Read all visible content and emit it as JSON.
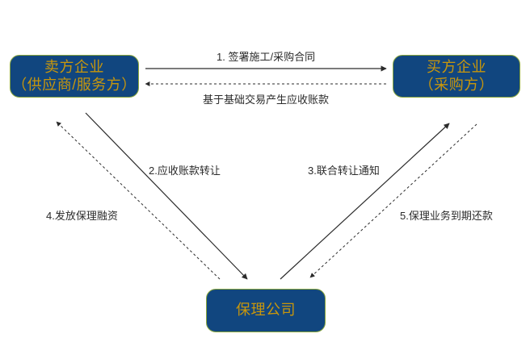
{
  "diagram": {
    "type": "flow-diagram",
    "title": "",
    "nodes": [
      {
        "id": "seller",
        "lines": [
          "卖方企业",
          "（供应商/服务方）"
        ],
        "fill": "#11467f",
        "text_color": "#c8960c",
        "border_color": "#8aa63c"
      },
      {
        "id": "buyer",
        "lines": [
          "买方企业",
          "（采购方）"
        ],
        "fill": "#11467f",
        "text_color": "#c8960c",
        "border_color": "#8aa63c"
      },
      {
        "id": "factor",
        "lines": [
          "保理公司"
        ],
        "fill": "#11467f",
        "text_color": "#c8960c",
        "border_color": "#8aa63c"
      }
    ],
    "edges": [
      {
        "id": "e1",
        "from": "seller",
        "to": "buyer",
        "label": "1. 签署施工/采购合同",
        "style": "solid",
        "arrow": "end"
      },
      {
        "id": "e1b",
        "from": "buyer",
        "to": "seller",
        "label": "基于基础交易产生应收账款",
        "style": "dashed",
        "arrow": "end"
      },
      {
        "id": "e2",
        "from": "seller",
        "to": "factor",
        "label": "2.应收账款转让",
        "style": "solid",
        "arrow": "end"
      },
      {
        "id": "e3",
        "from": "factor",
        "to": "buyer",
        "label": "3.联合转让通知",
        "style": "solid",
        "arrow": "end"
      },
      {
        "id": "e4",
        "from": "factor",
        "to": "seller",
        "label": "4.发放保理融资",
        "style": "dashed",
        "arrow": "end"
      },
      {
        "id": "e5",
        "from": "buyer",
        "to": "factor",
        "label": "5.保理业务到期还款",
        "style": "dashed",
        "arrow": "end"
      }
    ],
    "colors": {
      "node_fill": "#11467f",
      "node_text": "#c8960c",
      "node_border": "#8aa63c",
      "edge": "#2b2b2b",
      "label_text": "#2b2b2b",
      "background": "#ffffff"
    }
  }
}
